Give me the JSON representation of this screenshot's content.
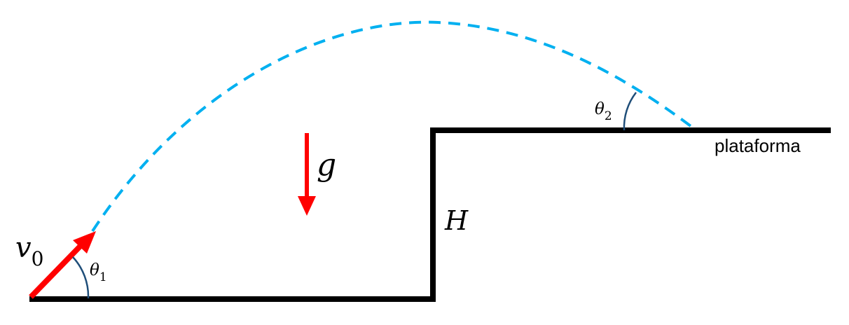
{
  "labels": {
    "velocity_symbol": "v",
    "velocity_subscript": "0",
    "gravity": "g",
    "height": "H",
    "platform": "plataforma",
    "launch_angle_symbol": "θ",
    "launch_angle_subscript": "1",
    "landing_angle_symbol": "θ",
    "landing_angle_subscript": "2"
  },
  "colors": {
    "ground": "#000000",
    "trajectory": "#00b0f0",
    "velocity_arrow": "#ff0000",
    "gravity_arrow": "#ff0000",
    "angle_arc": "#1f4e79"
  }
}
